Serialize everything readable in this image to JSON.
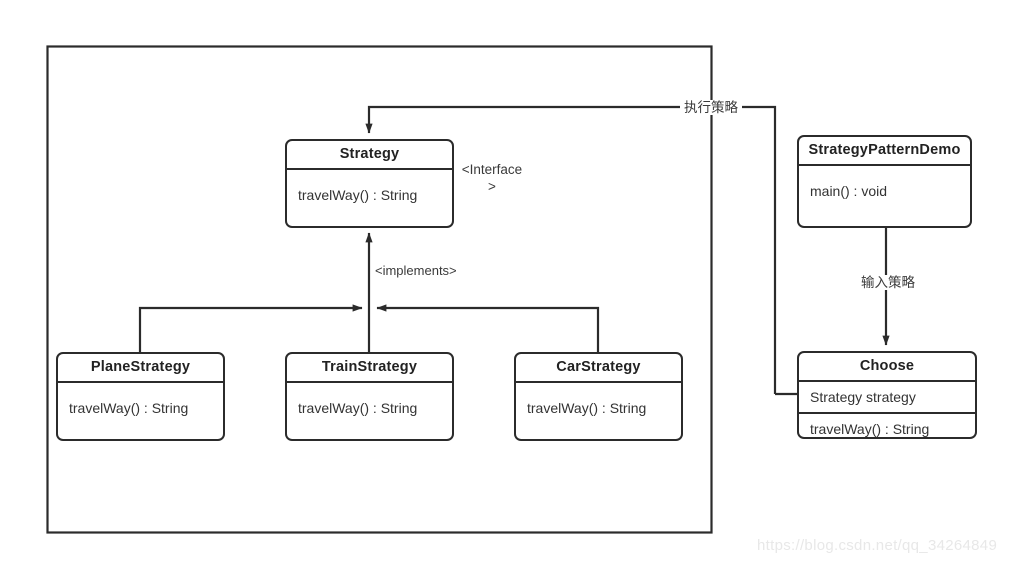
{
  "diagram": {
    "title_watermark": "https://blog.csdn.net/qq_34264849",
    "stereotype_interface": "<Interface>",
    "stereotype_implements": "<implements>",
    "colors": {
      "stroke": "#2b2b2b",
      "text": "#333333",
      "watermark": "#e8e8e8",
      "background": "#ffffff"
    }
  },
  "classes": {
    "strategy": {
      "name": "Strategy",
      "members": [
        "travelWay() : String"
      ]
    },
    "plane_strategy": {
      "name": "PlaneStrategy",
      "members": [
        "travelWay() : String"
      ]
    },
    "train_strategy": {
      "name": "TrainStrategy",
      "members": [
        "travelWay() : String"
      ]
    },
    "car_strategy": {
      "name": "CarStrategy",
      "members": [
        "travelWay() : String"
      ]
    },
    "strategy_pattern_demo": {
      "name": "StrategyPatternDemo",
      "members": [
        "main() : void"
      ]
    },
    "choose": {
      "name": "Choose",
      "field": "Strategy strategy",
      "method": "travelWay() : String"
    }
  },
  "edges": {
    "execute_strategy": "执行策略",
    "input_strategy": "输入策略",
    "implements": "<implements>"
  }
}
